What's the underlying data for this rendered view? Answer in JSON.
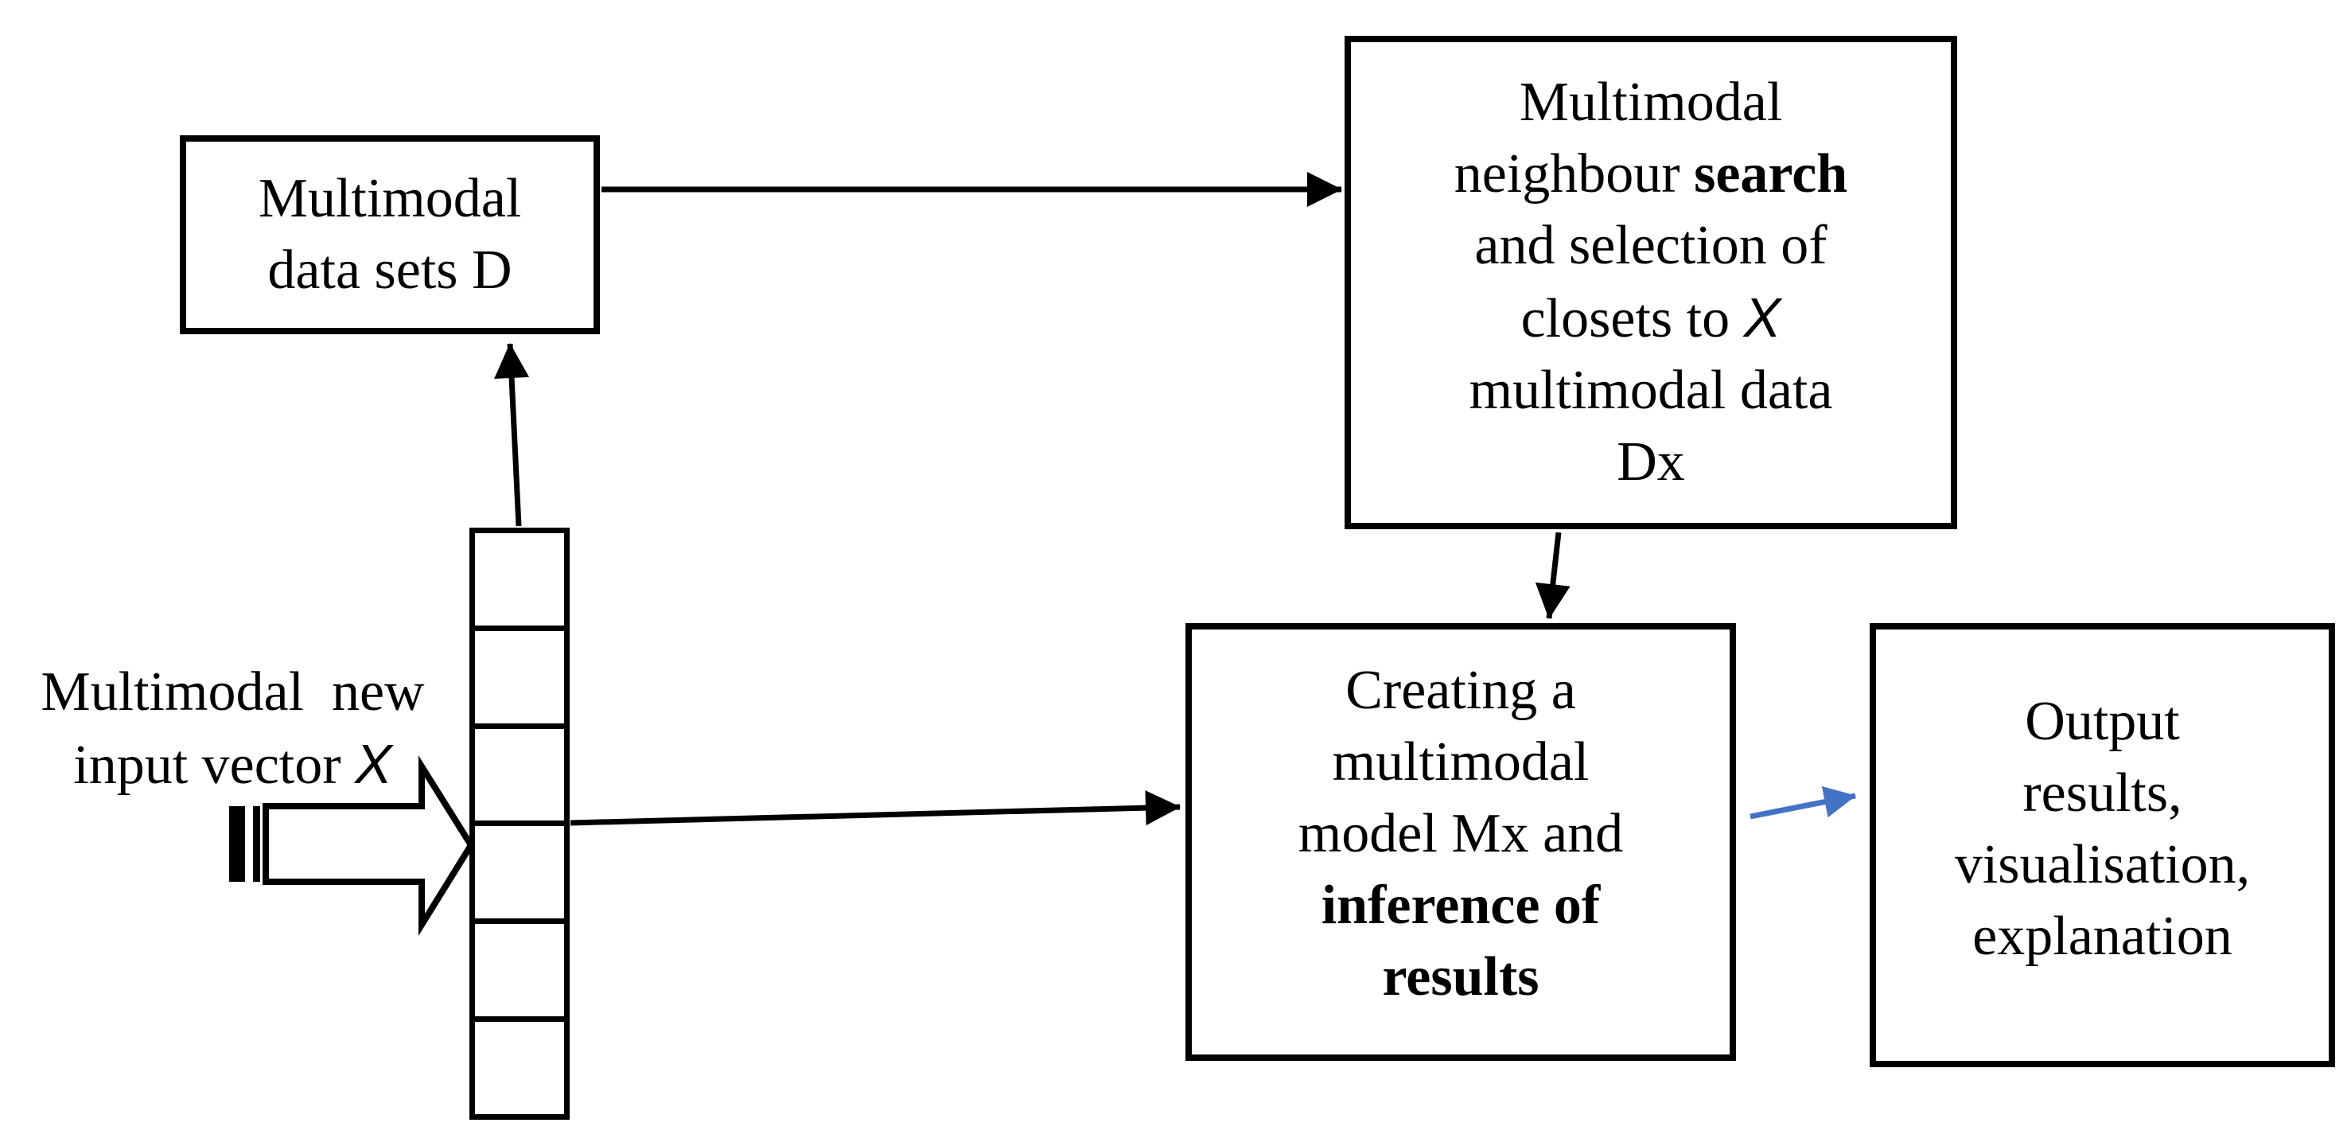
{
  "colors": {
    "stroke": "#000000",
    "background": "#ffffff",
    "accent_arrow": "#4472C4"
  },
  "nodes": {
    "datasets": {
      "line1": "Multimodal",
      "line2": "data sets D"
    },
    "search": {
      "line1": "Multimodal",
      "line2_pre": "neighbour ",
      "line2_bold": "search",
      "line3": "and selection of",
      "line4_pre": "closets to ",
      "line4_x": "X",
      "line5": "multimodal data",
      "line6": "Dx"
    },
    "creating": {
      "line1": "Creating a",
      "line2": "multimodal",
      "line3": "model Mx and",
      "line4_bold": "inference of",
      "line5_bold": "results"
    },
    "output": {
      "line1": "Output",
      "line2": "results,",
      "line3": "visualisation,",
      "line4": "explanation"
    }
  },
  "input_label": {
    "line1": "Multimodal  new",
    "line2_pre": "input vector ",
    "line2_x": "X"
  },
  "vector": {
    "cell_count": 6
  },
  "connectors": [
    {
      "from": "multimodal-data-sets-D",
      "to": "neighbour-search",
      "style": "black-arrow"
    },
    {
      "from": "input-vector",
      "to": "multimodal-data-sets-D",
      "style": "black-arrow"
    },
    {
      "from": "neighbour-search",
      "to": "creating-model",
      "style": "black-arrow"
    },
    {
      "from": "input-vector",
      "to": "creating-model",
      "style": "black-arrow"
    },
    {
      "from": "creating-model",
      "to": "output-results",
      "style": "blue-arrow"
    },
    {
      "from": "new-input",
      "to": "input-vector",
      "style": "striped-block-arrow"
    }
  ]
}
